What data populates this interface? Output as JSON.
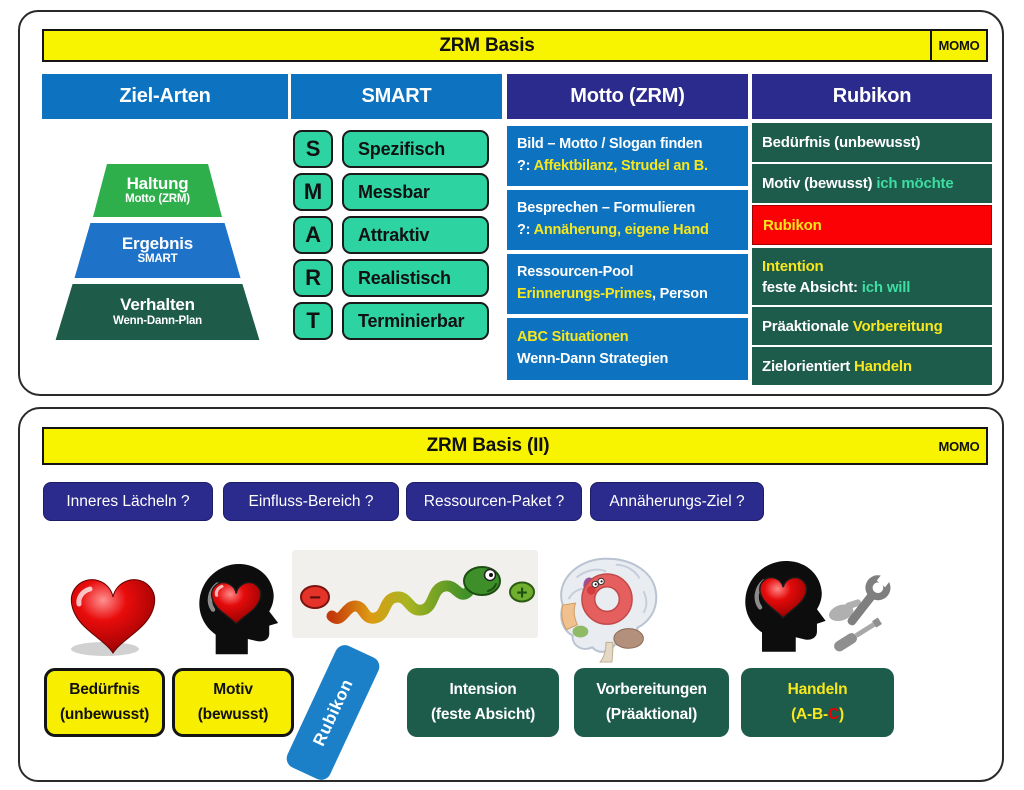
{
  "colors": {
    "banneryellow": "#f8f400",
    "blue": "#0d72bf",
    "navy": "#2b2a8d",
    "teal": "#2ed3a2",
    "pyrgreen": "#2fae4c",
    "pyrblue": "#1e72c8",
    "pyrdark": "#1e5b49",
    "darkgreen": "#1d5c4b",
    "red": "#fb0005",
    "textyellow": "#f7e71c",
    "mint": "#3edda2",
    "rubblue": "#1b80c7",
    "boxyellow": "#f8ee00"
  },
  "panel1": {
    "title": "ZRM Basis",
    "momo": "MOMO",
    "columns": [
      "Ziel-Arten",
      "SMART",
      "Motto (ZRM)",
      "Rubikon"
    ],
    "pyramid": [
      {
        "title": "Haltung",
        "subtitle": "Motto (ZRM)"
      },
      {
        "title": "Ergebnis",
        "subtitle": "SMART"
      },
      {
        "title": "Verhalten",
        "subtitle": "Wenn-Dann-Plan"
      }
    ],
    "smart": [
      {
        "letter": "S",
        "word": "Spezifisch"
      },
      {
        "letter": "M",
        "word": "Messbar"
      },
      {
        "letter": "A",
        "word": "Attraktiv"
      },
      {
        "letter": "R",
        "word": "Realistisch"
      },
      {
        "letter": "T",
        "word": "Terminierbar"
      }
    ],
    "motto": [
      {
        "l1": "Bild – Motto / Slogan finden",
        "l2a": "?: ",
        "l2b": "Affektbilanz, Strudel an B."
      },
      {
        "l1": "Besprechen – Formulieren",
        "l2a": "?: ",
        "l2b": "Annäherung, eigene Hand"
      },
      {
        "l1": "Ressourcen-Pool",
        "l2b": "Erinnerungs-Primes",
        "l2c": ", Person"
      },
      {
        "l1y": "ABC Situationen",
        "l2": "Wenn-Dann Strategien"
      }
    ],
    "rubikon": [
      {
        "white": "Bedürfnis (unbewusst)"
      },
      {
        "white": "Motiv (bewusst) ",
        "mint": "ich möchte"
      },
      {
        "yellow": "Rubikon"
      },
      {
        "yellow": "Intention",
        "white": "feste Absicht: ",
        "mint": "ich will"
      },
      {
        "white": "Präaktionale ",
        "yellow": "Vorbereitung"
      },
      {
        "white": "Zielorientiert ",
        "yellow": "Handeln"
      }
    ]
  },
  "panel2": {
    "title": "ZRM Basis (II)",
    "momo": "MOMO",
    "buttons": [
      "Inneres Lächeln ?",
      "Einfluss-Bereich ?",
      "Ressourcen-Paket ?",
      "Annäherungs-Ziel ?"
    ],
    "icons": [
      "heart-icon",
      "head-heart-icon",
      "affect-snake-icon",
      "brain-limbic-icon",
      "head-heart-tools-icon"
    ],
    "affect_scale": {
      "minus": "−",
      "plus": "+"
    },
    "boxes": {
      "yellow": [
        {
          "l1": "Bedürfnis",
          "l2": "(unbewusst)"
        },
        {
          "l1": "Motiv",
          "l2": "(bewusst)"
        }
      ],
      "rubikon_label": "Rubikon",
      "green": [
        {
          "l1": "Intension",
          "l2": "(feste Absicht)"
        },
        {
          "l1": "Vorbereitungen",
          "l2": "(Präaktional)"
        },
        {
          "l1": "Handeln",
          "l2a": "(A-B-",
          "l2b": "C",
          "l2c": ")"
        }
      ]
    }
  }
}
